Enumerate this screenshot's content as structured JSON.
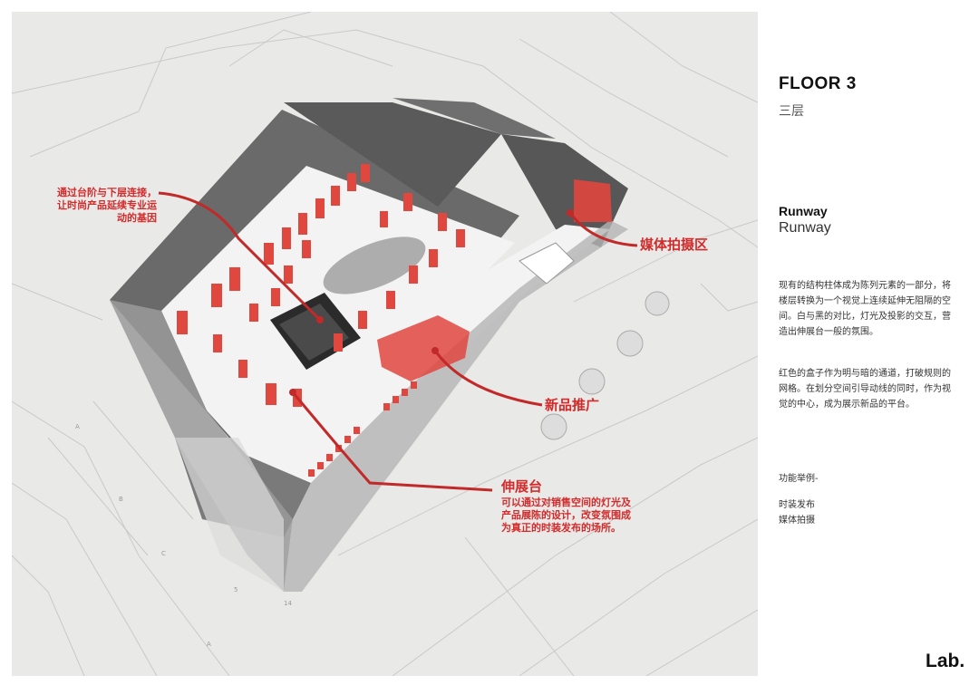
{
  "header": {
    "title": "FLOOR 3",
    "subtitle": "三层"
  },
  "section": {
    "title": "Runway",
    "subtitle": "Runway"
  },
  "paragraphs": [
    "现有的结构柱体成为陈列元素的一部分，将楼层转换为一个视觉上连续延伸无阻隔的空间。白与黑的对比，灯光及投影的交互，营造出伸展台一般的氛围。",
    "红色的盒子作为明与暗的通道，打破规则的网格。在划分空间引导动线的同时，作为视觉的中心，成为展示新品的平台。"
  ],
  "functions": {
    "label": "功能举例-",
    "items": [
      "时装发布",
      "媒体拍摄"
    ]
  },
  "callouts": {
    "stairs": "通过台阶与下层连接，\n让时尚产品延续专业运\n动的基因",
    "media": "媒体拍摄区",
    "launch": "新品推广",
    "runway_title": "伸展台",
    "runway_desc": "可以通过对销售空间的灯光及\n产品展陈的设计，改变氛围成\n为真正的时装发布的场所。"
  },
  "brand": {
    "logo": "Lab."
  },
  "colors": {
    "accent": "#d42a2a",
    "box_red": "#e0473f",
    "building_grey": "#5e5e5e",
    "floor": "#f1f1f1"
  }
}
